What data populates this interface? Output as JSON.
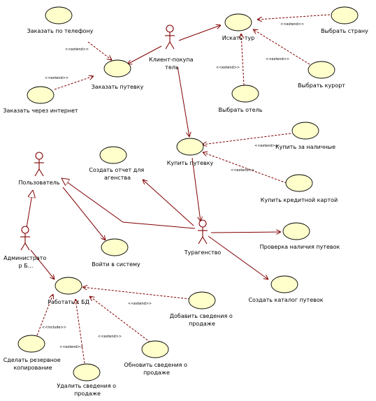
{
  "actors": {
    "client": "Клиент-покупа\nтель",
    "user": "Пользователь",
    "admin": "Администрато\nр Б...",
    "agency": "Турагенство"
  },
  "use_cases": {
    "order_phone": "Заказать по телефону",
    "order_tour": "Заказать путевку",
    "order_internet": "Заказать через интернет",
    "search_tour": "Искать тур",
    "choose_country": "Выбрать страну",
    "choose_resort": "Выбрать курорт",
    "choose_hotel": "Выбрать отель",
    "buy_tour": "Купить путевку",
    "pay_cash": "Купить за наличные",
    "pay_card": "Купить кредитной картой",
    "create_report": "Создать отчет для\nагенства",
    "login": "Войти в систему",
    "check_tours": "Проверка наличия путевок",
    "create_catalog": "Создать каталог путевок",
    "work_db": "Работать с БД",
    "add_sale": "Добавить сведения о\nпродаже",
    "backup": "Сделать резервное\nкопирование",
    "update_sale": "Обновить сведения о\nпродаже",
    "delete_sale": "Удалить сведения о\nпродаже"
  },
  "stereotypes": {
    "extend": "<<extend>>",
    "include": "<<include>>"
  },
  "colors": {
    "line": "#800000",
    "use_case_fill": "#ffffcc",
    "text": "#000000"
  }
}
